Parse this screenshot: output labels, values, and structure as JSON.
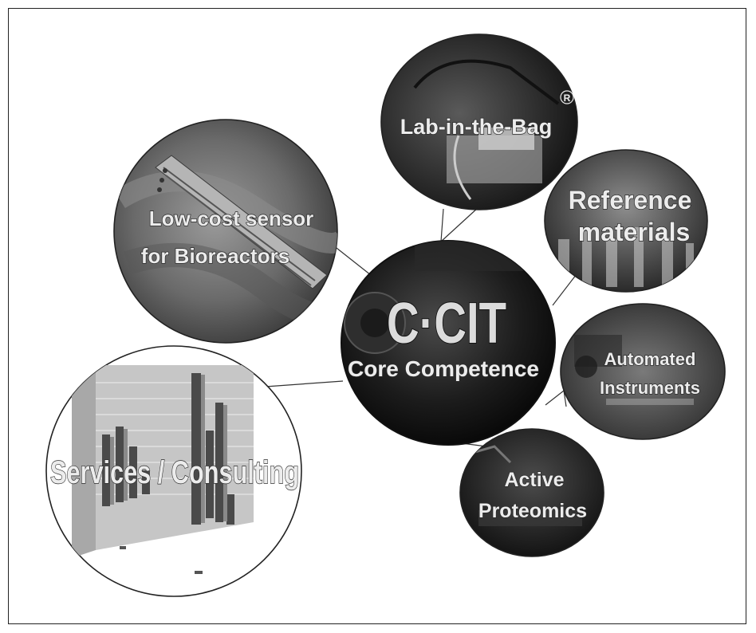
{
  "hub": {
    "title": "C·CIT",
    "subtitle": "Core Competence"
  },
  "nodes": {
    "lab": {
      "label": "Lab-in-the-Bag",
      "mark": "R"
    },
    "sensor": {
      "label_line1": "Low-cost sensor",
      "label_line2": "for Bioreactors"
    },
    "reference": {
      "label_line1": "Reference",
      "label_line2": "materials"
    },
    "automated": {
      "label_line1": "Automated",
      "label_line2": "Instruments"
    },
    "proteomics": {
      "label_line1": "Active",
      "label_line2": "Proteomics"
    },
    "services": {
      "label": "Services / Consulting"
    }
  },
  "colors": {
    "frame": "#222222",
    "background": "#ffffff",
    "photo_dark": "#1e1e1e",
    "photo_mid": "#6e6e6e",
    "photo_light": "#b8b8b8",
    "label_fill": "#ececec"
  }
}
